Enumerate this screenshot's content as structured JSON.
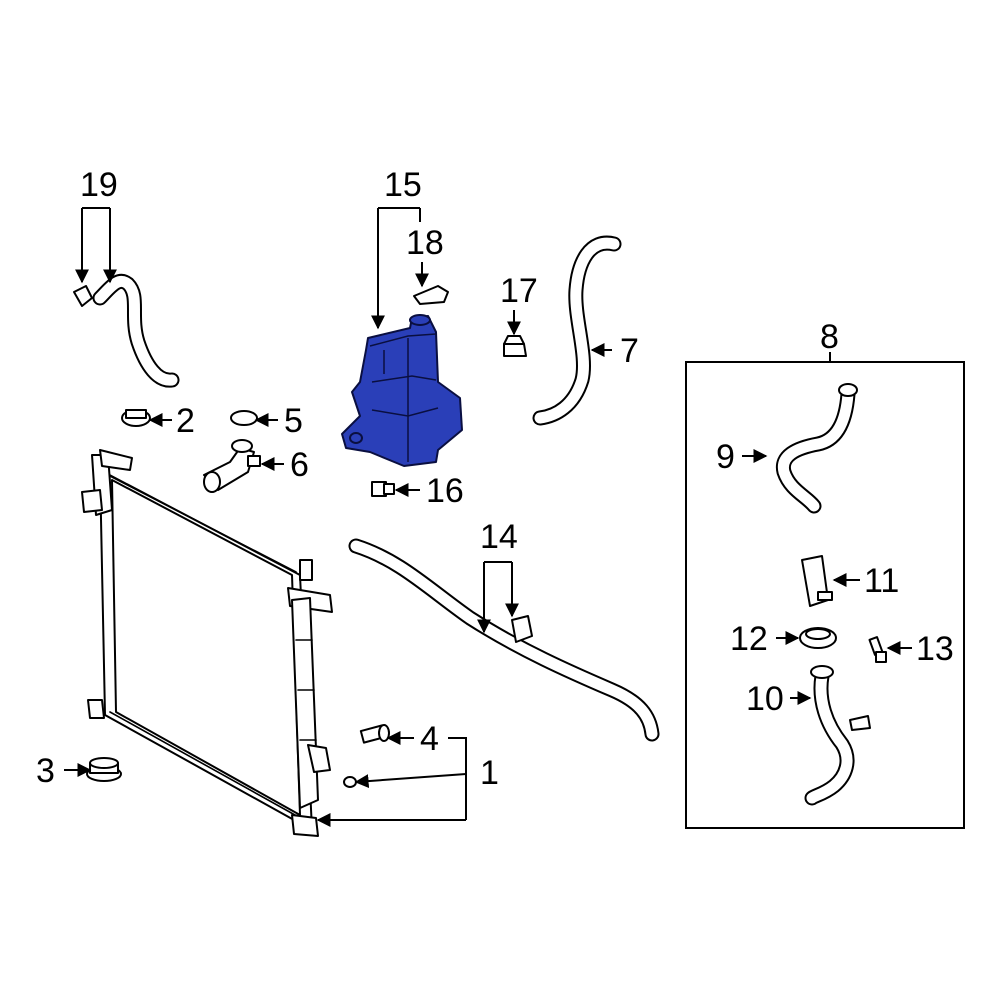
{
  "colors": {
    "highlight": "#2a3fb8",
    "line": "#000000",
    "background": "#ffffff"
  },
  "callouts": {
    "c1": "1",
    "c2": "2",
    "c3": "3",
    "c4": "4",
    "c5": "5",
    "c6": "6",
    "c7": "7",
    "c8": "8",
    "c9": "9",
    "c10": "10",
    "c11": "11",
    "c12": "12",
    "c13": "13",
    "c14": "14",
    "c15": "15",
    "c16": "16",
    "c17": "17",
    "c18": "18",
    "c19": "19"
  },
  "highlighted_part": "15"
}
